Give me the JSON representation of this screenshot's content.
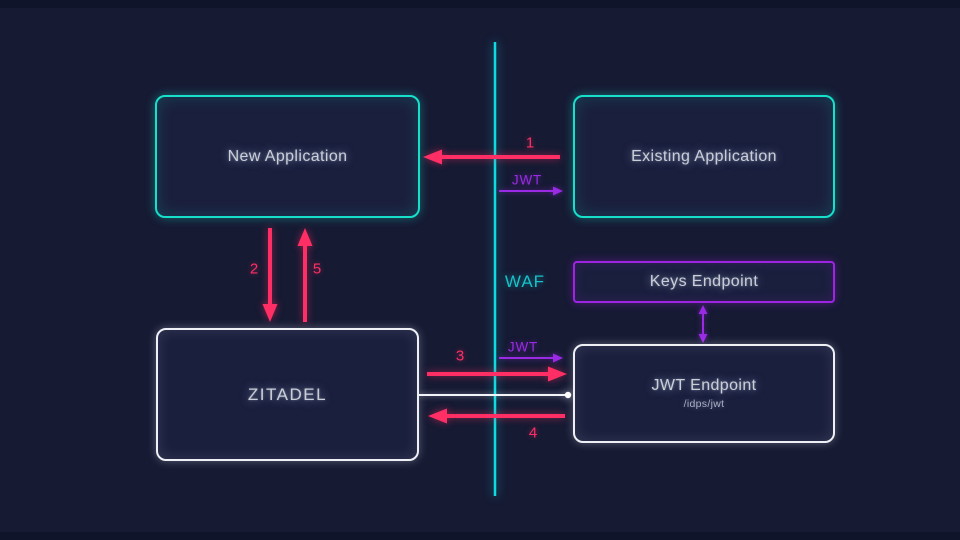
{
  "colors": {
    "background": "#161a33",
    "cyan_accent": "#16dfca",
    "waf_line": "#0edce2",
    "pink_arrow": "#ff2e64",
    "purple_accent": "#9a2ae4",
    "white_border": "#eef0f6",
    "node_text": "#c9ced9"
  },
  "nodes": {
    "new_application": {
      "label": "New Application"
    },
    "existing_application": {
      "label": "Existing Application"
    },
    "keys_endpoint": {
      "label": "Keys Endpoint"
    },
    "jwt_endpoint": {
      "label": "JWT Endpoint",
      "path": "/idps/jwt"
    },
    "zitadel": {
      "label": "ZITADEL"
    }
  },
  "waf_label": "WAF",
  "steps": {
    "s1": "1",
    "s2": "2",
    "s3": "3",
    "s4": "4",
    "s5": "5"
  },
  "jwt_labels": {
    "top": "JWT",
    "middle": "JWT"
  }
}
